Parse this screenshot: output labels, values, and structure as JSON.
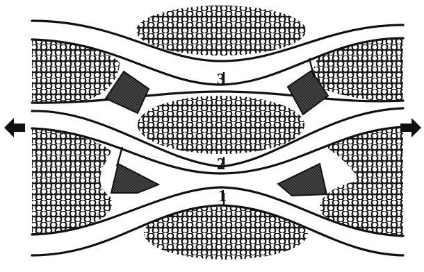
{
  "figure": {
    "layer_labels": [
      "3",
      "2",
      "1"
    ],
    "colors": {
      "ink": "#111111",
      "background": "#ffffff",
      "patch_fill": "#3a3a3a"
    },
    "icons": {
      "left_arrow": "arrow-left-icon",
      "right_arrow": "arrow-right-icon"
    }
  }
}
